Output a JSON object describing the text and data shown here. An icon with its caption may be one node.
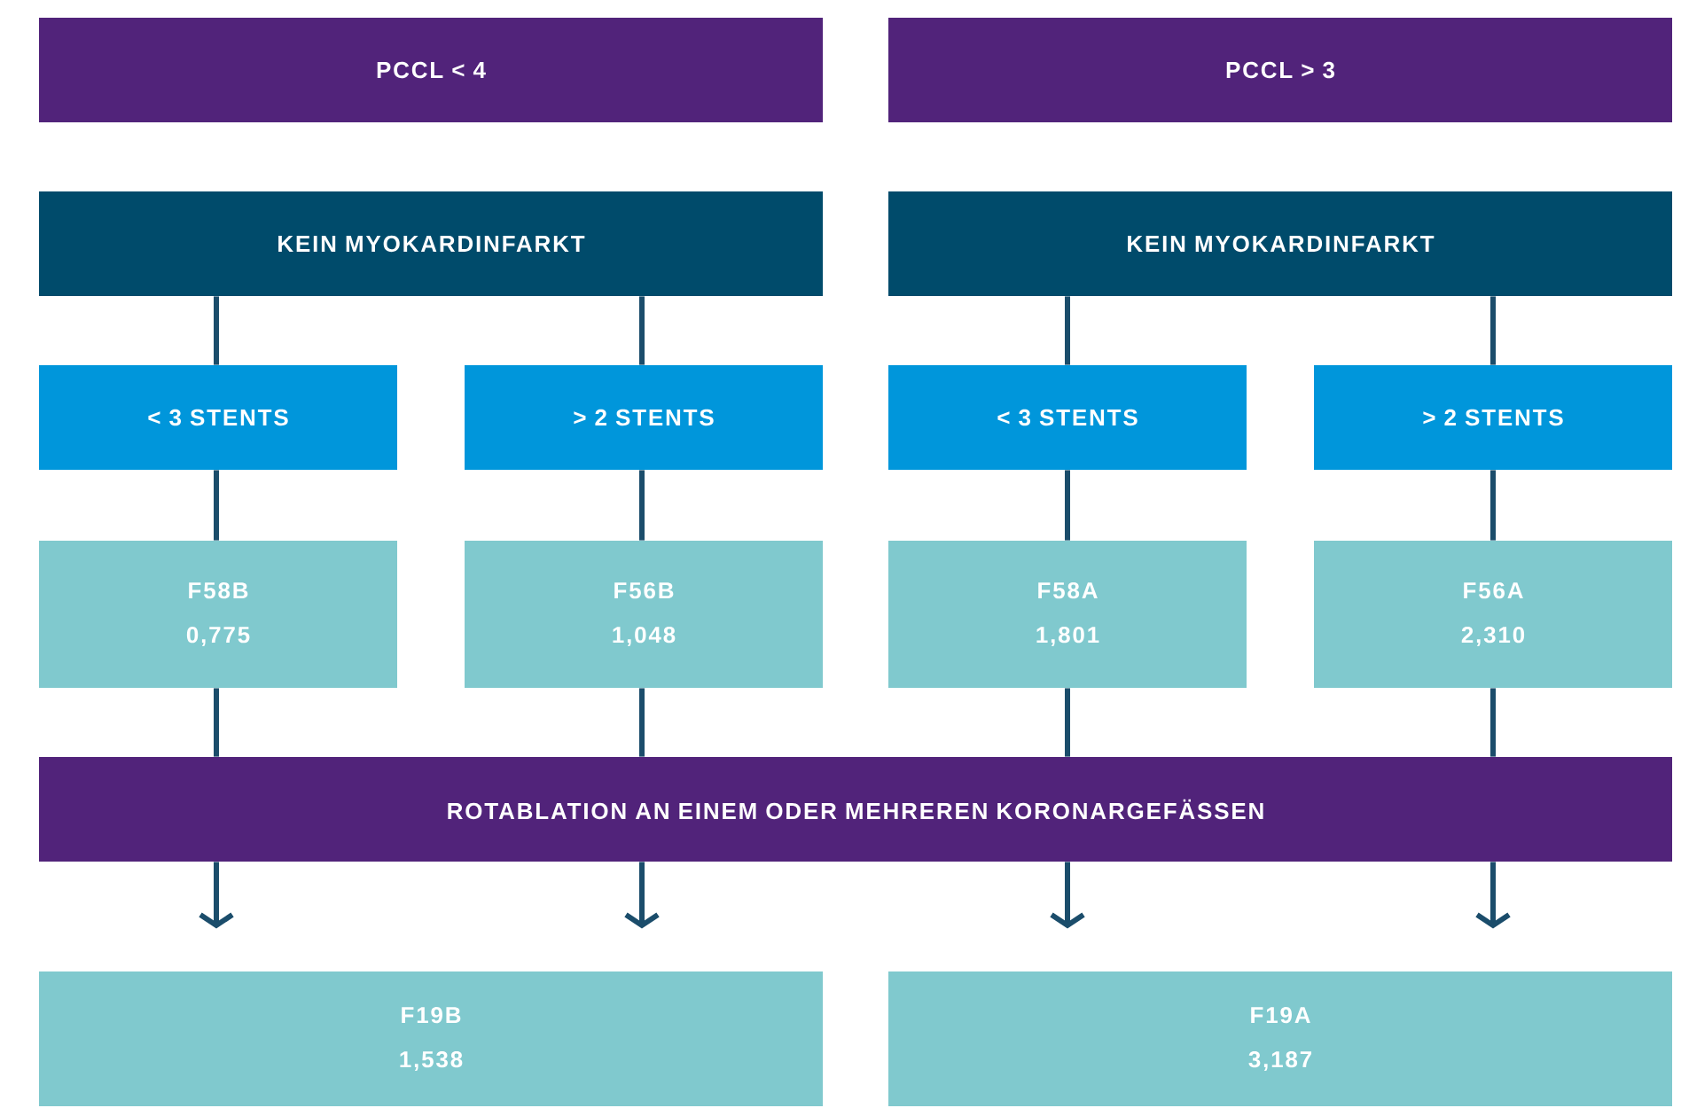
{
  "diagram": {
    "nodes": [
      {
        "text": [
          "PCCL < 4"
        ]
      },
      {
        "text": [
          "PCCL > 3"
        ]
      },
      {
        "text": [
          "KEIN MYOKARDINFARKT"
        ]
      },
      {
        "text": [
          "KEIN MYOKARDINFARKT"
        ]
      },
      {
        "text": [
          "< 3 STENTS"
        ]
      },
      {
        "text": [
          "> 2 STENTS"
        ]
      },
      {
        "text": [
          "< 3 STENTS"
        ]
      },
      {
        "text": [
          "> 2 STENTS"
        ]
      },
      {
        "text": [
          "F58B",
          "0,775"
        ]
      },
      {
        "text": [
          "F56B",
          "1,048"
        ]
      },
      {
        "text": [
          "F58A",
          "1,801"
        ]
      },
      {
        "text": [
          "F56A",
          "2,310"
        ]
      },
      {
        "text": [
          "ROTABLATION AN EINEM ODER MEHREREN KORONARGEFÄSSEN"
        ]
      },
      {
        "text": [
          "F19B",
          "1,538"
        ]
      },
      {
        "text": [
          "F19A",
          "3,187"
        ]
      }
    ],
    "edges": [
      {
        "from": 2,
        "to": 4,
        "arrow": "none"
      },
      {
        "from": 2,
        "to": 5,
        "arrow": "none"
      },
      {
        "from": 3,
        "to": 6,
        "arrow": "none"
      },
      {
        "from": 3,
        "to": 7,
        "arrow": "none"
      },
      {
        "from": 4,
        "to": 8,
        "arrow": "none"
      },
      {
        "from": 5,
        "to": 9,
        "arrow": "none"
      },
      {
        "from": 6,
        "to": 10,
        "arrow": "none"
      },
      {
        "from": 7,
        "to": 11,
        "arrow": "none"
      },
      {
        "from": 8,
        "to": 12,
        "arrow": "none"
      },
      {
        "from": 9,
        "to": 12,
        "arrow": "none"
      },
      {
        "from": 10,
        "to": 12,
        "arrow": "none"
      },
      {
        "from": 11,
        "to": 12,
        "arrow": "none"
      },
      {
        "from": 12,
        "to": 13,
        "arrow": "to"
      },
      {
        "from": 12,
        "to": 13,
        "arrow": "to"
      },
      {
        "from": 12,
        "to": 14,
        "arrow": "to"
      },
      {
        "from": 12,
        "to": 14,
        "arrow": "to"
      }
    ]
  }
}
